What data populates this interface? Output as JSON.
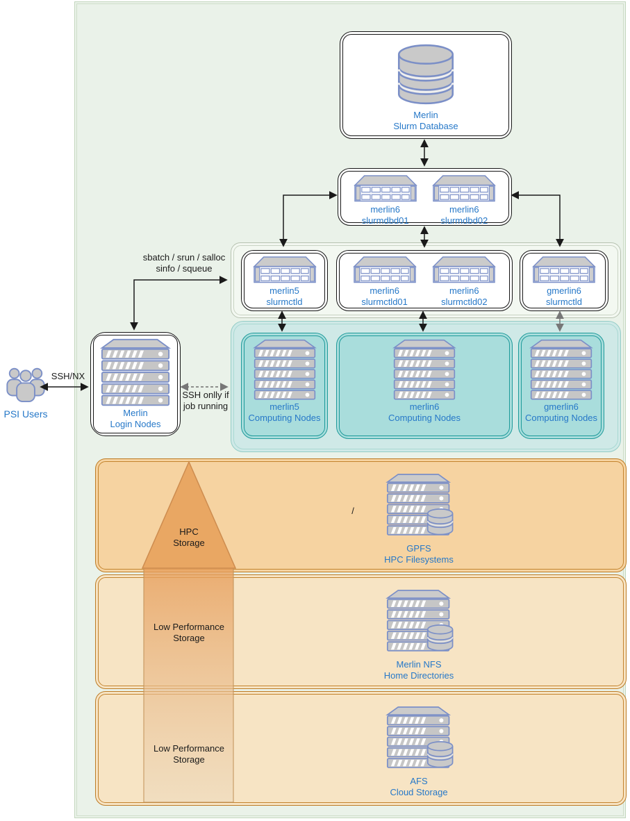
{
  "diagram": {
    "database": {
      "name": "Merlin",
      "role": "Slurm Database"
    },
    "dbd": {
      "a": {
        "name": "merlin6",
        "role": "slurmdbd01"
      },
      "b": {
        "name": "merlin6",
        "role": "slurmdbd02"
      }
    },
    "ctld": {
      "m5": {
        "name": "merlin5",
        "role": "slurmctld"
      },
      "m6a": {
        "name": "merlin6",
        "role": "slurmctld01"
      },
      "m6b": {
        "name": "merlin6",
        "role": "slurmctld02"
      },
      "g6": {
        "name": "gmerlin6",
        "role": "slurmctld"
      }
    },
    "compute": {
      "m5": {
        "name": "merlin5",
        "role": "Computing Nodes"
      },
      "m6": {
        "name": "merlin6",
        "role": "Computing Nodes"
      },
      "g6": {
        "name": "gmerlin6",
        "role": "Computing Nodes"
      }
    },
    "login": {
      "name": "Merlin",
      "role": "Login Nodes"
    },
    "users": {
      "label": "PSI Users"
    },
    "edges": {
      "ssh": "SSH/NX",
      "ssh_cond_l1": "SSH onlly if",
      "ssh_cond_l2": "job running",
      "batch_l1": "sbatch / srun / salloc",
      "batch_l2": "sinfo / squeue"
    },
    "storage": {
      "pyramid_top_l1": "HPC",
      "pyramid_top_l2": "Storage",
      "pyramid_mid_l1": "Low Performance",
      "pyramid_mid_l2": "Storage",
      "pyramid_bot_l1": "Low Performance",
      "pyramid_bot_l2": "Storage",
      "slash": "/",
      "gpfs": {
        "name": "GPFS",
        "role": "HPC Filesystems"
      },
      "nfs": {
        "name": "Merlin NFS",
        "role": "Home Directories"
      },
      "afs": {
        "name": "AFS",
        "role": "Cloud Storage"
      }
    },
    "colors": {
      "panel_bg": "#eaf2e9",
      "label_blue": "#2678c8",
      "teal_container": "#cfe9e7",
      "teal_box": "#a9dddc",
      "teal_border": "#1d9a9a",
      "band_hpc": "#f6d3a1",
      "band_low": "#f7e4c4",
      "band_border": "#bd7b24",
      "pyramid_fill": "#e9a763",
      "icon_fill": "#c9c9c9",
      "icon_stroke": "#7b8fc7"
    }
  }
}
